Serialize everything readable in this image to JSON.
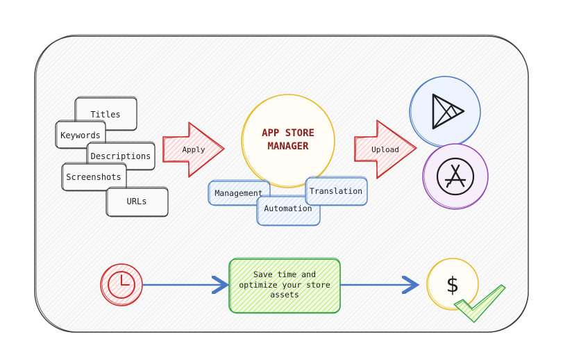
{
  "assets": [
    {
      "label": "Titles"
    },
    {
      "label": "Keywords"
    },
    {
      "label": "Descriptions"
    },
    {
      "label": "Screenshots"
    },
    {
      "label": "URLs"
    }
  ],
  "apply_arrow": {
    "label": "Apply"
  },
  "manager": {
    "line1": "APP STORE",
    "line2": "MANAGER"
  },
  "features": [
    {
      "label": "Management"
    },
    {
      "label": "Translation"
    },
    {
      "label": "Automation"
    }
  ],
  "upload_arrow": {
    "label": "Upload"
  },
  "stores": [
    {
      "icon": "google-play-icon"
    },
    {
      "icon": "app-store-icon"
    }
  ],
  "outcome": {
    "line1": "Save time and",
    "line2": "optimize your store",
    "line3": "assets",
    "dollar": "$"
  },
  "colors": {
    "red": "#c92a2a",
    "red_fill": "#ffc9c9",
    "yellow": "#e8b923",
    "blue": "#4a78c4",
    "blue_fill": "#d0e1f7",
    "purple": "#8e44ad",
    "green": "#2f9e44",
    "green_fill": "#c0eb75",
    "ink": "#1e1e1e"
  }
}
